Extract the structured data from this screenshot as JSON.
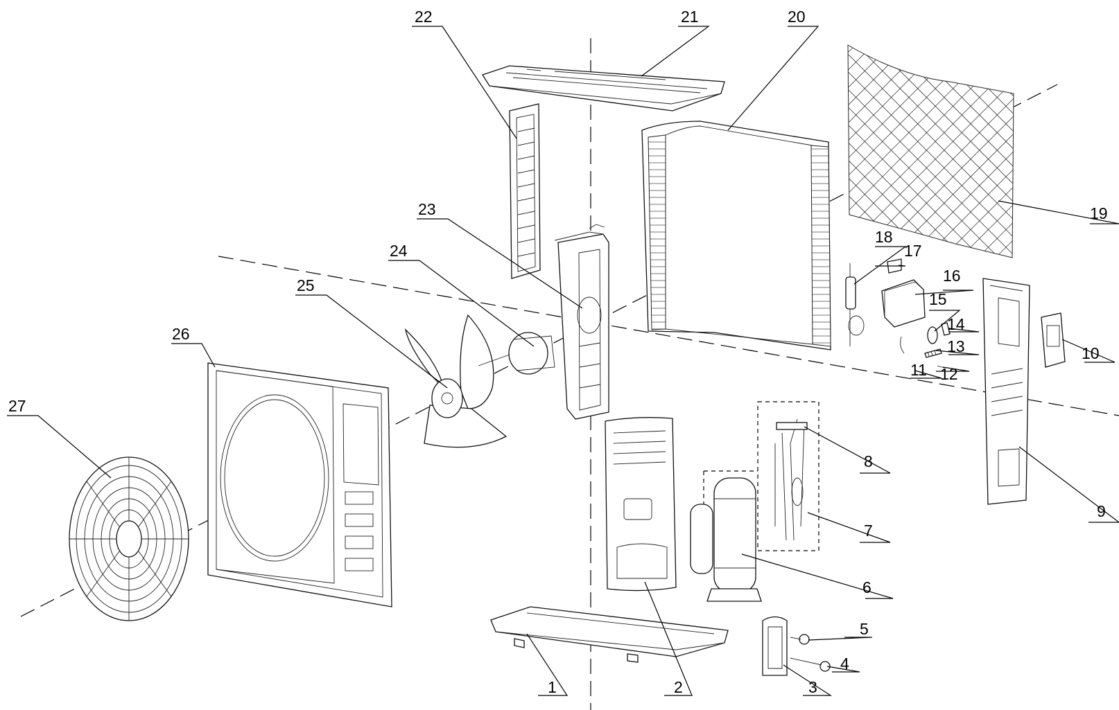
{
  "callouts": [
    {
      "number": "1"
    },
    {
      "number": "2"
    },
    {
      "number": "3"
    },
    {
      "number": "4"
    },
    {
      "number": "5"
    },
    {
      "number": "6"
    },
    {
      "number": "7"
    },
    {
      "number": "8"
    },
    {
      "number": "9"
    },
    {
      "number": "10"
    },
    {
      "number": "11"
    },
    {
      "number": "12"
    },
    {
      "number": "13"
    },
    {
      "number": "14"
    },
    {
      "number": "15"
    },
    {
      "number": "16"
    },
    {
      "number": "17"
    },
    {
      "number": "18"
    },
    {
      "number": "19"
    },
    {
      "number": "20"
    },
    {
      "number": "21"
    },
    {
      "number": "22"
    },
    {
      "number": "23"
    },
    {
      "number": "24"
    },
    {
      "number": "25"
    },
    {
      "number": "26"
    },
    {
      "number": "27"
    }
  ]
}
